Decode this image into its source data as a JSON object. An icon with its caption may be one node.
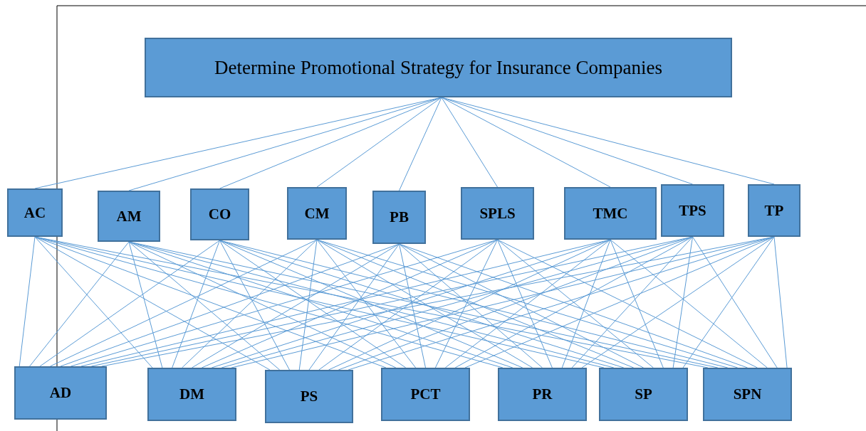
{
  "diagram": {
    "nodes": [
      {
        "text": [
          "Determine Promotional Strategy for Insurance Companies"
        ]
      },
      {
        "text": [
          "AC"
        ]
      },
      {
        "text": [
          "AM"
        ]
      },
      {
        "text": [
          "CO"
        ]
      },
      {
        "text": [
          "CM"
        ]
      },
      {
        "text": [
          "PB"
        ]
      },
      {
        "text": [
          "SPLS"
        ]
      },
      {
        "text": [
          "TMC"
        ]
      },
      {
        "text": [
          "TPS"
        ]
      },
      {
        "text": [
          "TP"
        ]
      },
      {
        "text": [
          "AD"
        ]
      },
      {
        "text": [
          "DM"
        ]
      },
      {
        "text": [
          "PS"
        ]
      },
      {
        "text": [
          "PCT"
        ]
      },
      {
        "text": [
          "PR"
        ]
      },
      {
        "text": [
          "SP"
        ]
      },
      {
        "text": [
          "SPN"
        ]
      }
    ],
    "edges": [
      {
        "from": 0,
        "to": 1,
        "arrow": "none"
      },
      {
        "from": 0,
        "to": 2,
        "arrow": "none"
      },
      {
        "from": 0,
        "to": 3,
        "arrow": "none"
      },
      {
        "from": 0,
        "to": 4,
        "arrow": "none"
      },
      {
        "from": 0,
        "to": 5,
        "arrow": "none"
      },
      {
        "from": 0,
        "to": 6,
        "arrow": "none"
      },
      {
        "from": 0,
        "to": 7,
        "arrow": "none"
      },
      {
        "from": 0,
        "to": 8,
        "arrow": "none"
      },
      {
        "from": 0,
        "to": 9,
        "arrow": "none"
      },
      {
        "from": 1,
        "to": 10,
        "arrow": "none"
      },
      {
        "from": 1,
        "to": 11,
        "arrow": "none"
      },
      {
        "from": 1,
        "to": 12,
        "arrow": "none"
      },
      {
        "from": 1,
        "to": 13,
        "arrow": "none"
      },
      {
        "from": 1,
        "to": 14,
        "arrow": "none"
      },
      {
        "from": 1,
        "to": 15,
        "arrow": "none"
      },
      {
        "from": 1,
        "to": 16,
        "arrow": "none"
      },
      {
        "from": 2,
        "to": 10,
        "arrow": "none"
      },
      {
        "from": 2,
        "to": 11,
        "arrow": "none"
      },
      {
        "from": 2,
        "to": 12,
        "arrow": "none"
      },
      {
        "from": 2,
        "to": 13,
        "arrow": "none"
      },
      {
        "from": 2,
        "to": 14,
        "arrow": "none"
      },
      {
        "from": 2,
        "to": 15,
        "arrow": "none"
      },
      {
        "from": 2,
        "to": 16,
        "arrow": "none"
      },
      {
        "from": 3,
        "to": 10,
        "arrow": "none"
      },
      {
        "from": 3,
        "to": 11,
        "arrow": "none"
      },
      {
        "from": 3,
        "to": 12,
        "arrow": "none"
      },
      {
        "from": 3,
        "to": 13,
        "arrow": "none"
      },
      {
        "from": 3,
        "to": 14,
        "arrow": "none"
      },
      {
        "from": 3,
        "to": 15,
        "arrow": "none"
      },
      {
        "from": 3,
        "to": 16,
        "arrow": "none"
      },
      {
        "from": 4,
        "to": 10,
        "arrow": "none"
      },
      {
        "from": 4,
        "to": 11,
        "arrow": "none"
      },
      {
        "from": 4,
        "to": 12,
        "arrow": "none"
      },
      {
        "from": 4,
        "to": 13,
        "arrow": "none"
      },
      {
        "from": 4,
        "to": 14,
        "arrow": "none"
      },
      {
        "from": 4,
        "to": 15,
        "arrow": "none"
      },
      {
        "from": 4,
        "to": 16,
        "arrow": "none"
      },
      {
        "from": 5,
        "to": 10,
        "arrow": "none"
      },
      {
        "from": 5,
        "to": 11,
        "arrow": "none"
      },
      {
        "from": 5,
        "to": 12,
        "arrow": "none"
      },
      {
        "from": 5,
        "to": 13,
        "arrow": "none"
      },
      {
        "from": 5,
        "to": 14,
        "arrow": "none"
      },
      {
        "from": 5,
        "to": 15,
        "arrow": "none"
      },
      {
        "from": 5,
        "to": 16,
        "arrow": "none"
      },
      {
        "from": 6,
        "to": 10,
        "arrow": "none"
      },
      {
        "from": 6,
        "to": 11,
        "arrow": "none"
      },
      {
        "from": 6,
        "to": 12,
        "arrow": "none"
      },
      {
        "from": 6,
        "to": 13,
        "arrow": "none"
      },
      {
        "from": 6,
        "to": 14,
        "arrow": "none"
      },
      {
        "from": 6,
        "to": 15,
        "arrow": "none"
      },
      {
        "from": 6,
        "to": 16,
        "arrow": "none"
      },
      {
        "from": 7,
        "to": 10,
        "arrow": "none"
      },
      {
        "from": 7,
        "to": 11,
        "arrow": "none"
      },
      {
        "from": 7,
        "to": 12,
        "arrow": "none"
      },
      {
        "from": 7,
        "to": 13,
        "arrow": "none"
      },
      {
        "from": 7,
        "to": 14,
        "arrow": "none"
      },
      {
        "from": 7,
        "to": 15,
        "arrow": "none"
      },
      {
        "from": 7,
        "to": 16,
        "arrow": "none"
      },
      {
        "from": 8,
        "to": 10,
        "arrow": "none"
      },
      {
        "from": 8,
        "to": 11,
        "arrow": "none"
      },
      {
        "from": 8,
        "to": 12,
        "arrow": "none"
      },
      {
        "from": 8,
        "to": 13,
        "arrow": "none"
      },
      {
        "from": 8,
        "to": 14,
        "arrow": "none"
      },
      {
        "from": 8,
        "to": 15,
        "arrow": "none"
      },
      {
        "from": 8,
        "to": 16,
        "arrow": "none"
      },
      {
        "from": 9,
        "to": 10,
        "arrow": "none"
      },
      {
        "from": 9,
        "to": 11,
        "arrow": "none"
      },
      {
        "from": 9,
        "to": 12,
        "arrow": "none"
      },
      {
        "from": 9,
        "to": 13,
        "arrow": "none"
      },
      {
        "from": 9,
        "to": 14,
        "arrow": "none"
      },
      {
        "from": 9,
        "to": 15,
        "arrow": "none"
      },
      {
        "from": 9,
        "to": 16,
        "arrow": "none"
      }
    ]
  }
}
